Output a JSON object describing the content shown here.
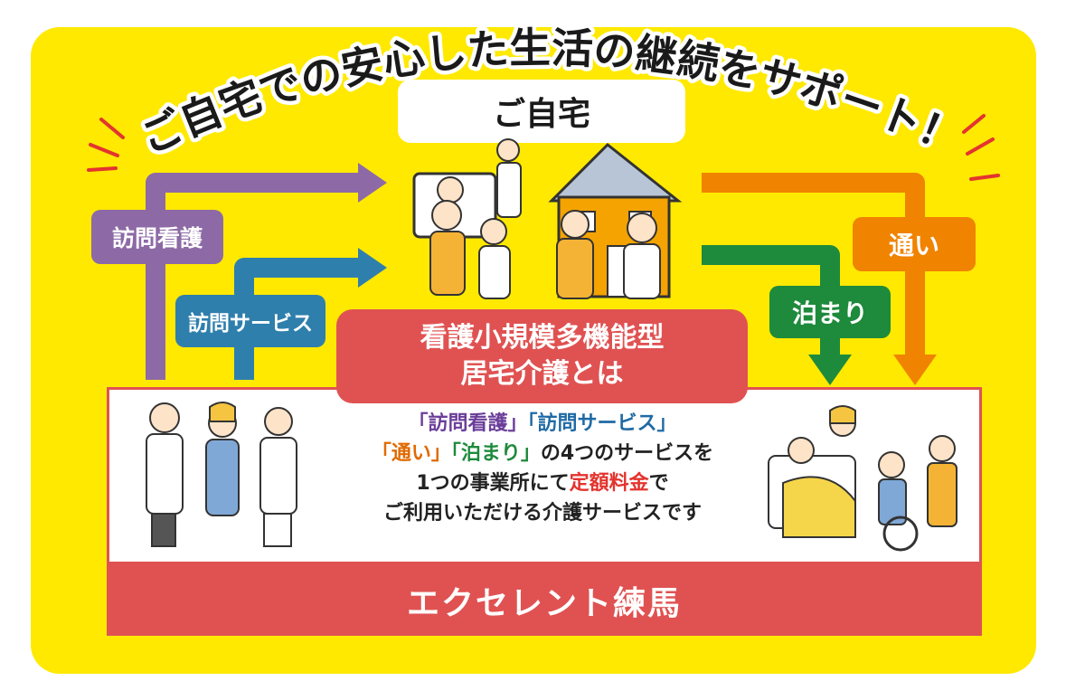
{
  "title": "ご自宅での安心した生活の継続をサポート！",
  "home_label": "ご自宅",
  "services": {
    "nursing_visit": "訪問看護",
    "visit_service": "訪問サービス",
    "stay": "泊まり",
    "day_visit": "通い"
  },
  "center_box": {
    "line1": "看護小規模多機能型",
    "line2": "居宅介護とは"
  },
  "description": {
    "q1": "「訪問看護」",
    "q2": "「訪問サービス」",
    "q3": "「通い」",
    "q4": "「泊まり」",
    "line2_tail": "の4つのサービスを",
    "line3_head": "1つの事業所にて",
    "line3_emph": "定額料金",
    "line3_tail": "で",
    "line4": "ご利用いただける介護サービスです"
  },
  "facility_name": "エクセレント練馬",
  "colors": {
    "background": "#ffe900",
    "red": "#e05252",
    "purple": "#8d6aa6",
    "blue": "#2f7fad",
    "green": "#1e8a3c",
    "orange": "#f08300"
  },
  "icons": {
    "sparks": "spark-lines-icon",
    "home_scene": "house-family-illustration",
    "staff": "medical-staff-illustration",
    "care": "care-scene-illustration"
  }
}
